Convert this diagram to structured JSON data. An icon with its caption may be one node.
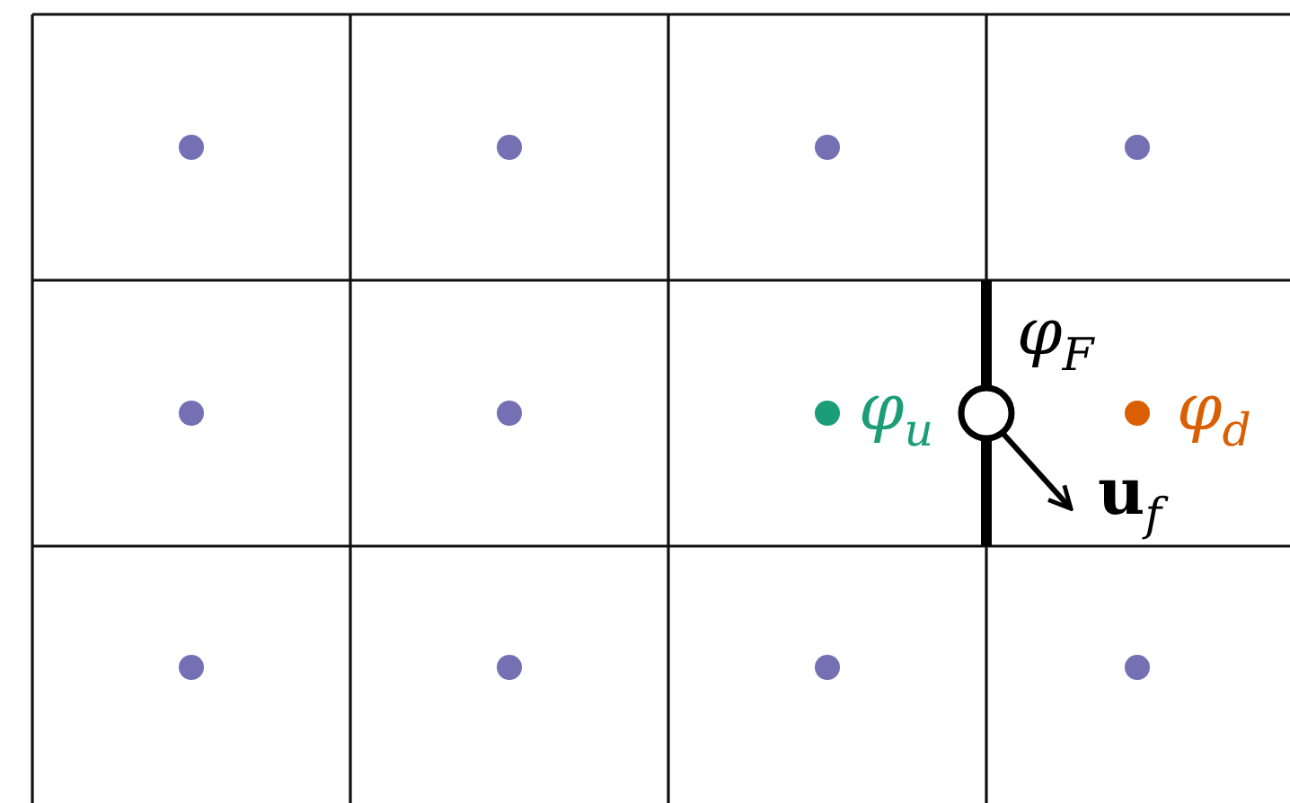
{
  "diagram": {
    "labels": [
      "φ$_{F}$",
      "φ$_{u}$",
      "φ$_{d}$",
      "**u**$_{f}$"
    ]
  }
}
